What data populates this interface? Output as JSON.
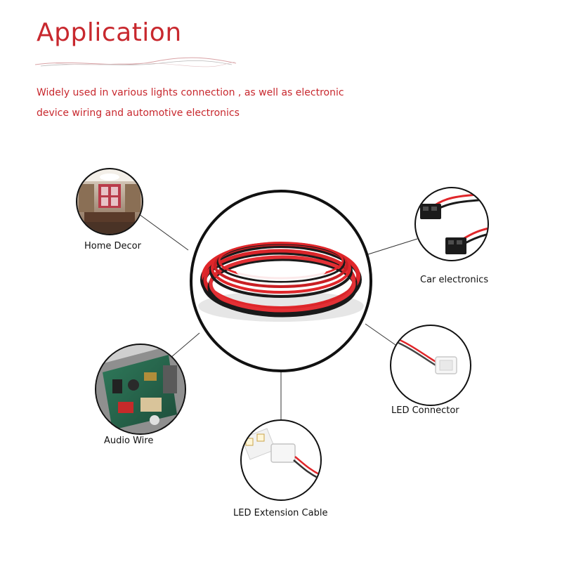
{
  "heading": "Application",
  "description": {
    "line1": "Widely used in various lights connection , as well as electronic",
    "line2": "device wiring and automotive electronics"
  },
  "colors": {
    "accent": "#c8282e",
    "wire_red": "#e0262a",
    "wire_black": "#1a1a1a"
  },
  "applications": {
    "home_decor": "Home Decor",
    "car_electronics": "Car electronics",
    "led_connector": "LED Connector",
    "audio_wire": "Audio Wire",
    "led_extension": "LED Extension Cable"
  }
}
